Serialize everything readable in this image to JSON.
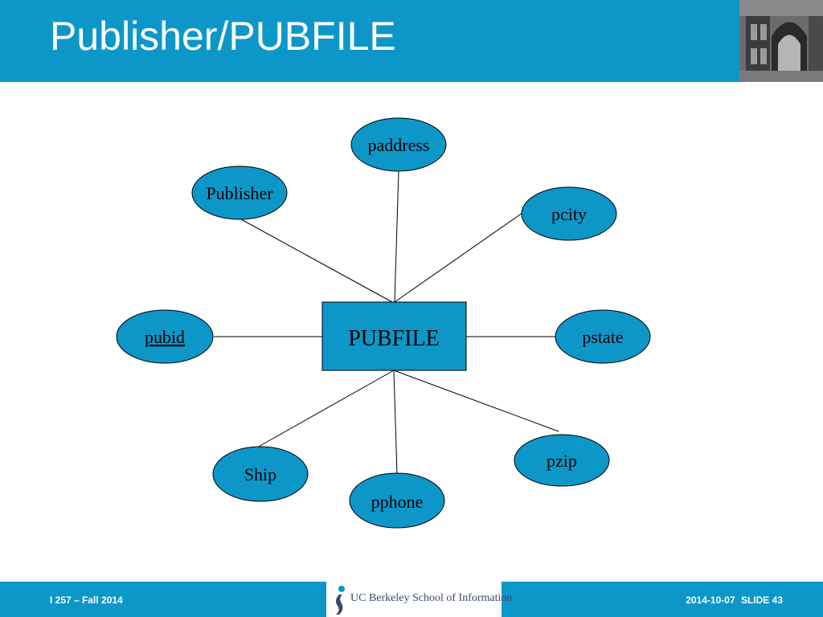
{
  "slide": {
    "title": "Publisher/PUBFILE",
    "footer_left": "I 257 – Fall 2014",
    "footer_date": "2014-10-07",
    "footer_slide": "SLIDE 43",
    "logo_text": "UC Berkeley School of Information"
  },
  "diagram": {
    "entity": "PUBFILE",
    "attributes": [
      {
        "label": "paddress",
        "underlined": false
      },
      {
        "label": "Publisher",
        "underlined": false
      },
      {
        "label": "pcity",
        "underlined": false
      },
      {
        "label": "pubid",
        "underlined": true
      },
      {
        "label": "pstate",
        "underlined": false
      },
      {
        "label": "Ship",
        "underlined": false
      },
      {
        "label": "pphone",
        "underlined": false
      },
      {
        "label": "pzip",
        "underlined": false
      }
    ]
  },
  "colors": {
    "brand_blue": "#0d97c9",
    "node_fill": "#0d97c9",
    "line": "#000000"
  }
}
